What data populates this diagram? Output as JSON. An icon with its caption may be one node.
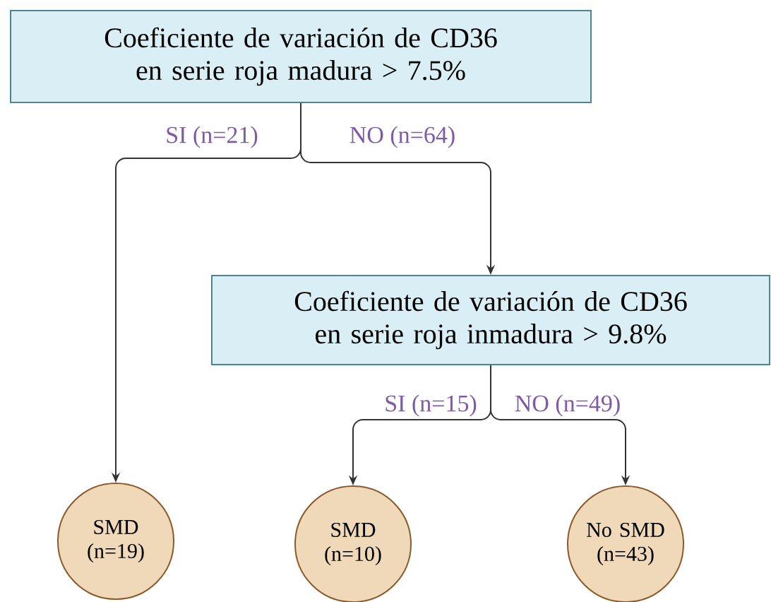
{
  "diagram": {
    "nodes": [
      {
        "text": [
          "Coeficiente de variación de CD36 en serie roja madura > 7.5%"
        ]
      },
      {
        "text": [
          "Coeficiente de variación de CD36 en serie roja inmadura > 9.8%"
        ]
      },
      {
        "text": [
          "SMD (n=19)"
        ]
      },
      {
        "text": [
          "SMD (n=10)"
        ]
      },
      {
        "text": [
          "No SMD (n=43)"
        ]
      }
    ],
    "edges": [
      {
        "from": 0,
        "to": 2,
        "arrow": "to",
        "label": "SI (n=21)"
      },
      {
        "from": 0,
        "to": 1,
        "arrow": "to",
        "label": "NO (n=64)"
      },
      {
        "from": 1,
        "to": 3,
        "arrow": "to",
        "label": "SI (n=15)"
      },
      {
        "from": 1,
        "to": 4,
        "arrow": "to",
        "label": "NO (n=49)"
      }
    ]
  }
}
